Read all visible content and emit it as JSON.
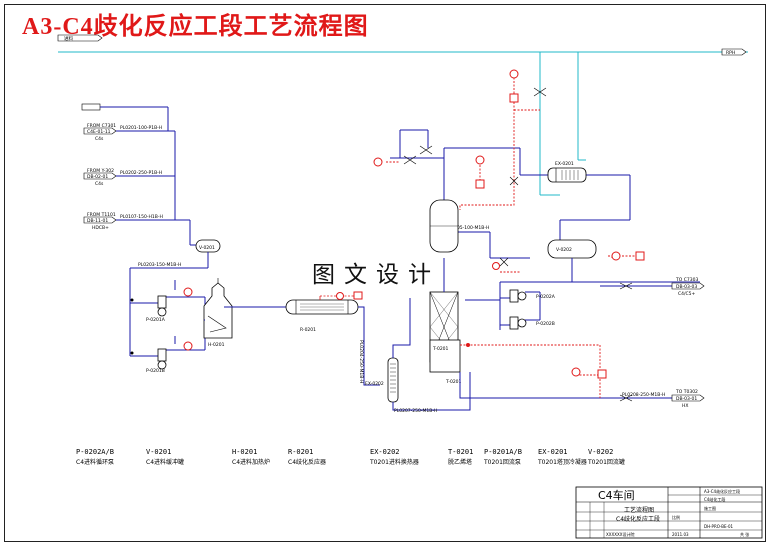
{
  "title": "A3-C4歧化反应工段工艺流程图",
  "watermark": "图文设计",
  "colors": {
    "title": "#e01818",
    "process_line": "#1a1aa8",
    "control_line": "#e01818",
    "utility_line": "#20b8c8",
    "equipment": "#000000"
  },
  "streams": {
    "inlet_top": "进料",
    "top_right": "RPH",
    "inlet_1_label": "FROM C7301",
    "inlet_1_tag": "C4E-01-11",
    "inlet_1_sub": "C4s",
    "inlet_1_line": "PL0201-100-P1B-H",
    "inlet_2_label": "FROM Y-302",
    "inlet_2_tag": "DB-02-01",
    "inlet_2_sub": "C4s",
    "inlet_2_line": "PL0202-250-P1B-H",
    "inlet_3_label": "FROM T1101",
    "inlet_3_tag": "DB-11-01",
    "inlet_3_sub": "HDCB+",
    "inlet_3_line": "PL0107-150-H1B-H",
    "loop_line": "PL0203-150-M1B-H",
    "reactor_out_line": "PL0204-250-M1B-H",
    "column_feed_line": "PL0207-250-M1B-H",
    "overhead_line": "PL0205-100-M1B-H",
    "bottom_line": "PL0208-250-M1B-H",
    "outlet_1_label": "TO C7303",
    "outlet_1_tag": "DB-03-03",
    "outlet_1_sub": "C4/C5+",
    "outlet_2_label": "TO T0302",
    "outlet_2_tag": "DB-03-01",
    "outlet_2_sub": "HX"
  },
  "equipment_labels": {
    "v0201": "V-0201",
    "p0201a": "P-0201A",
    "p0201b": "P-0201B",
    "h0201": "H-0201",
    "r0201": "R-0201",
    "ex0202": "EX-0202",
    "t0201": "T-0201",
    "t0201_base": "T-0201",
    "ex0201": "EX-0201",
    "v0202": "V-0202",
    "p0202a": "P-0202A",
    "p0202b": "P-0202B"
  },
  "legend": [
    {
      "code": "P-0202A/B",
      "name": "C4进料循环泵"
    },
    {
      "code": "V-0201",
      "name": "C4进料缓冲罐"
    },
    {
      "code": "H-0201",
      "name": "C4进料加热炉"
    },
    {
      "code": "R-0201",
      "name": "C4歧化反应器"
    },
    {
      "code": "EX-0202",
      "name": "T0201进料换热器"
    },
    {
      "code": "T-0201",
      "name": "脱乙烯塔"
    },
    {
      "code": "P-0201A/B",
      "name": "T0201回流泵"
    },
    {
      "code": "EX-0201",
      "name": "T0201塔顶冷凝器"
    },
    {
      "code": "V-0202",
      "name": "T0201回流罐"
    }
  ],
  "title_block": {
    "workshop": "C4车间",
    "drawing_title": "工艺流程图",
    "drawing_subtitle": "C4歧化反应工段",
    "right_label_1": "A3-C4歧化反应工段",
    "right_label_2": "C4歧化工段",
    "stage": "施工图",
    "drawing_no": "DH-PRO-BE-01",
    "scale": "比例",
    "sheet": "共 张",
    "company": "XXXXXX设计院",
    "date": "2011.03"
  }
}
